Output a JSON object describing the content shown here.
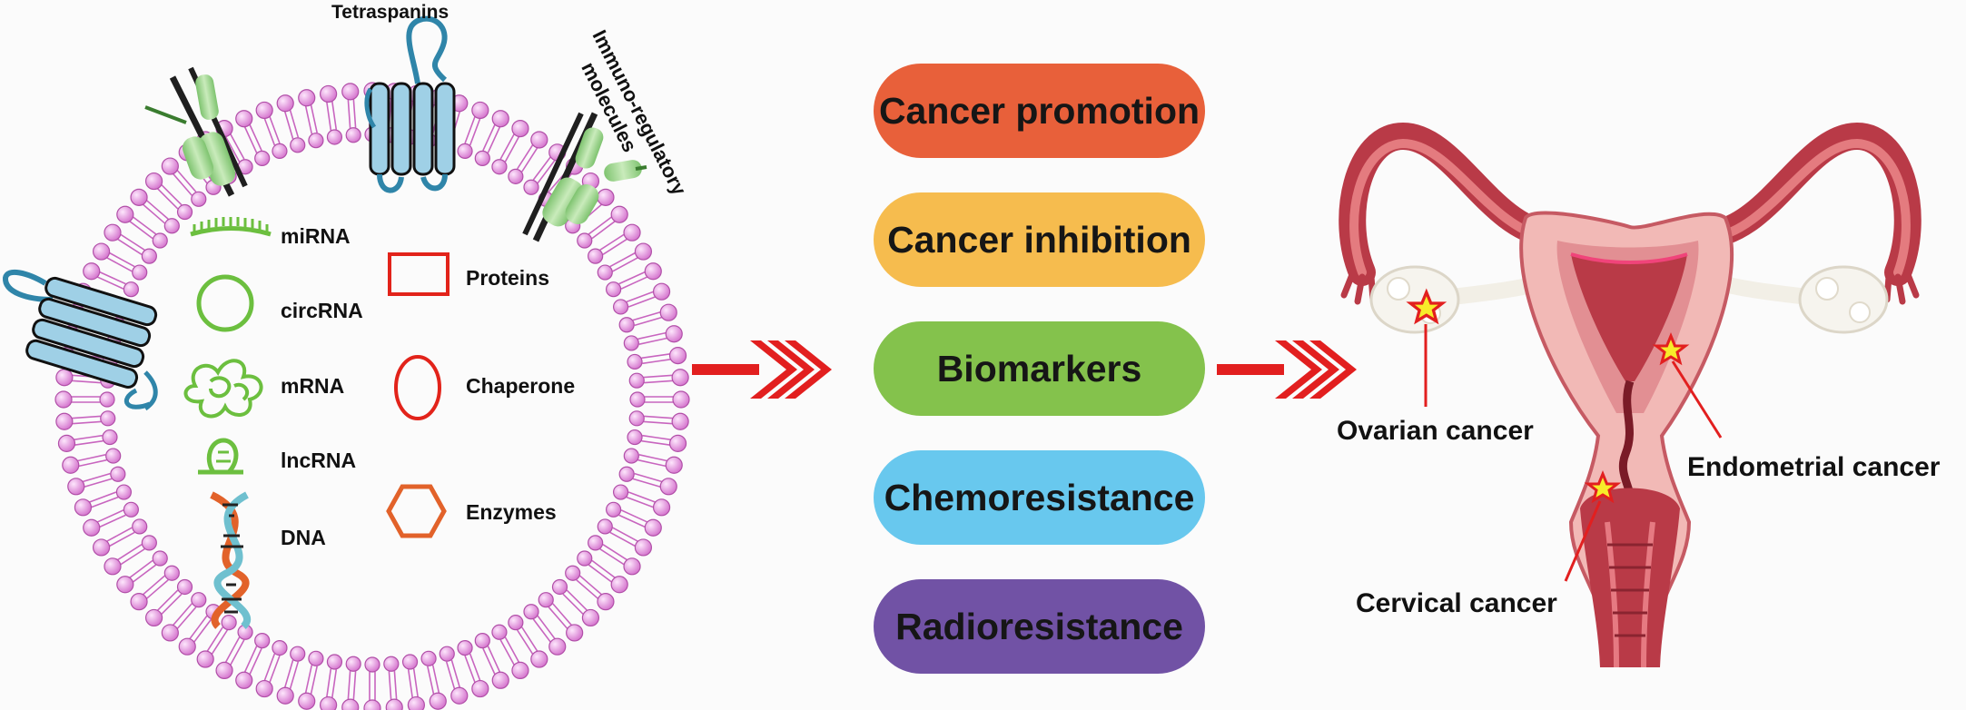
{
  "exosome": {
    "labels": {
      "tetraspanins": "Tetraspanins",
      "immuno_line1": "Immuno-regulatory",
      "immuno_line2": "molecules"
    },
    "cargo_left": [
      {
        "label": "miRNA",
        "icon": "mirna-icon"
      },
      {
        "label": "circRNA",
        "icon": "circrna-icon"
      },
      {
        "label": "mRNA",
        "icon": "mrna-icon"
      },
      {
        "label": "lncRNA",
        "icon": "lncrna-icon"
      },
      {
        "label": "DNA",
        "icon": "dna-icon"
      }
    ],
    "cargo_right": [
      {
        "label": "Proteins",
        "icon": "protein-icon"
      },
      {
        "label": "Chaperone",
        "icon": "chaperone-icon"
      },
      {
        "label": "Enzymes",
        "icon": "enzyme-icon"
      }
    ]
  },
  "roles": [
    {
      "label": "Cancer promotion",
      "color": "#e8603a"
    },
    {
      "label": "Cancer inhibition",
      "color": "#f6bc4e"
    },
    {
      "label": "Biomarkers",
      "color": "#84c24c"
    },
    {
      "label": "Chemoresistance",
      "color": "#68c8ee"
    },
    {
      "label": "Radioresistance",
      "color": "#7152a5"
    }
  ],
  "cancers": {
    "ovarian": "Ovarian cancer",
    "endometrial": "Endometrial cancer",
    "cervical": "Cervical cancer"
  },
  "colors": {
    "membrane": "#c865bf",
    "membrane_head": "#f0bff0",
    "tetraspanin": "#9fd0e6",
    "arrow": "#e21f1f",
    "uterus_dark": "#b93a47",
    "uterus_light": "#f2b9b6",
    "star": "#f7ec2a"
  }
}
